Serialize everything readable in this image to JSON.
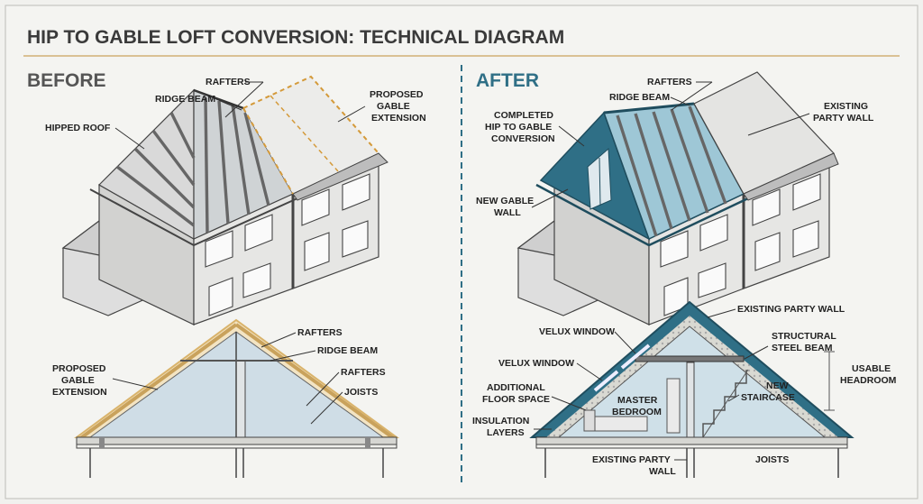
{
  "title": "HIP TO GABLE LOFT CONVERSION: TECHNICAL DIAGRAM",
  "colors": {
    "accent_teal": "#2f6f86",
    "gable_orange": "#d49a3a",
    "title_gray": "#3a3a3a"
  },
  "before": {
    "heading": "BEFORE",
    "house_labels": {
      "rafters": "RAFTERS",
      "ridge_beam": "RIDGE BEAM",
      "hipped_roof": "HIPPED ROOF",
      "proposed_gable_1": "PROPOSED",
      "proposed_gable_2": "GABLE",
      "proposed_gable_3": "EXTENSION"
    },
    "section_labels": {
      "rafters_top": "RAFTERS",
      "ridge_beam": "RIDGE BEAM",
      "rafters_mid": "RAFTERS",
      "joists": "JOISTS",
      "proposed_1": "PROPOSED",
      "proposed_2": "GABLE",
      "proposed_3": "EXTENSION"
    }
  },
  "after": {
    "heading": "AFTER",
    "house_labels": {
      "rafters": "RAFTERS",
      "ridge_beam": "RIDGE BEAM",
      "completed_1": "COMPLETED",
      "completed_2": "HIP TO GABLE",
      "completed_3": "CONVERSION",
      "existing_party_1": "EXISTING",
      "existing_party_2": "PARTY WALL",
      "new_gable_1": "NEW GABLE",
      "new_gable_2": "WALL"
    },
    "section_labels": {
      "existing_party_wall_top": "EXISTING PARTY WALL",
      "velux_window_1": "VELUX WINDOW",
      "velux_window_2": "VELUX WINDOW",
      "structural_steel_1": "STRUCTURAL",
      "structural_steel_2": "STEEL BEAM",
      "usable_headroom_1": "USABLE",
      "usable_headroom_2": "HEADROOM",
      "additional_floor_1": "ADDITIONAL",
      "additional_floor_2": "FLOOR SPACE",
      "master_bedroom_1": "MASTER",
      "master_bedroom_2": "BEDROOM",
      "new_staircase_1": "NEW",
      "new_staircase_2": "STAIRCASE",
      "insulation_1": "INSULATION",
      "insulation_2": "LAYERS",
      "existing_party_bottom_1": "EXISTING PARTY",
      "existing_party_bottom_2": "WALL",
      "joists": "JOISTS"
    }
  }
}
